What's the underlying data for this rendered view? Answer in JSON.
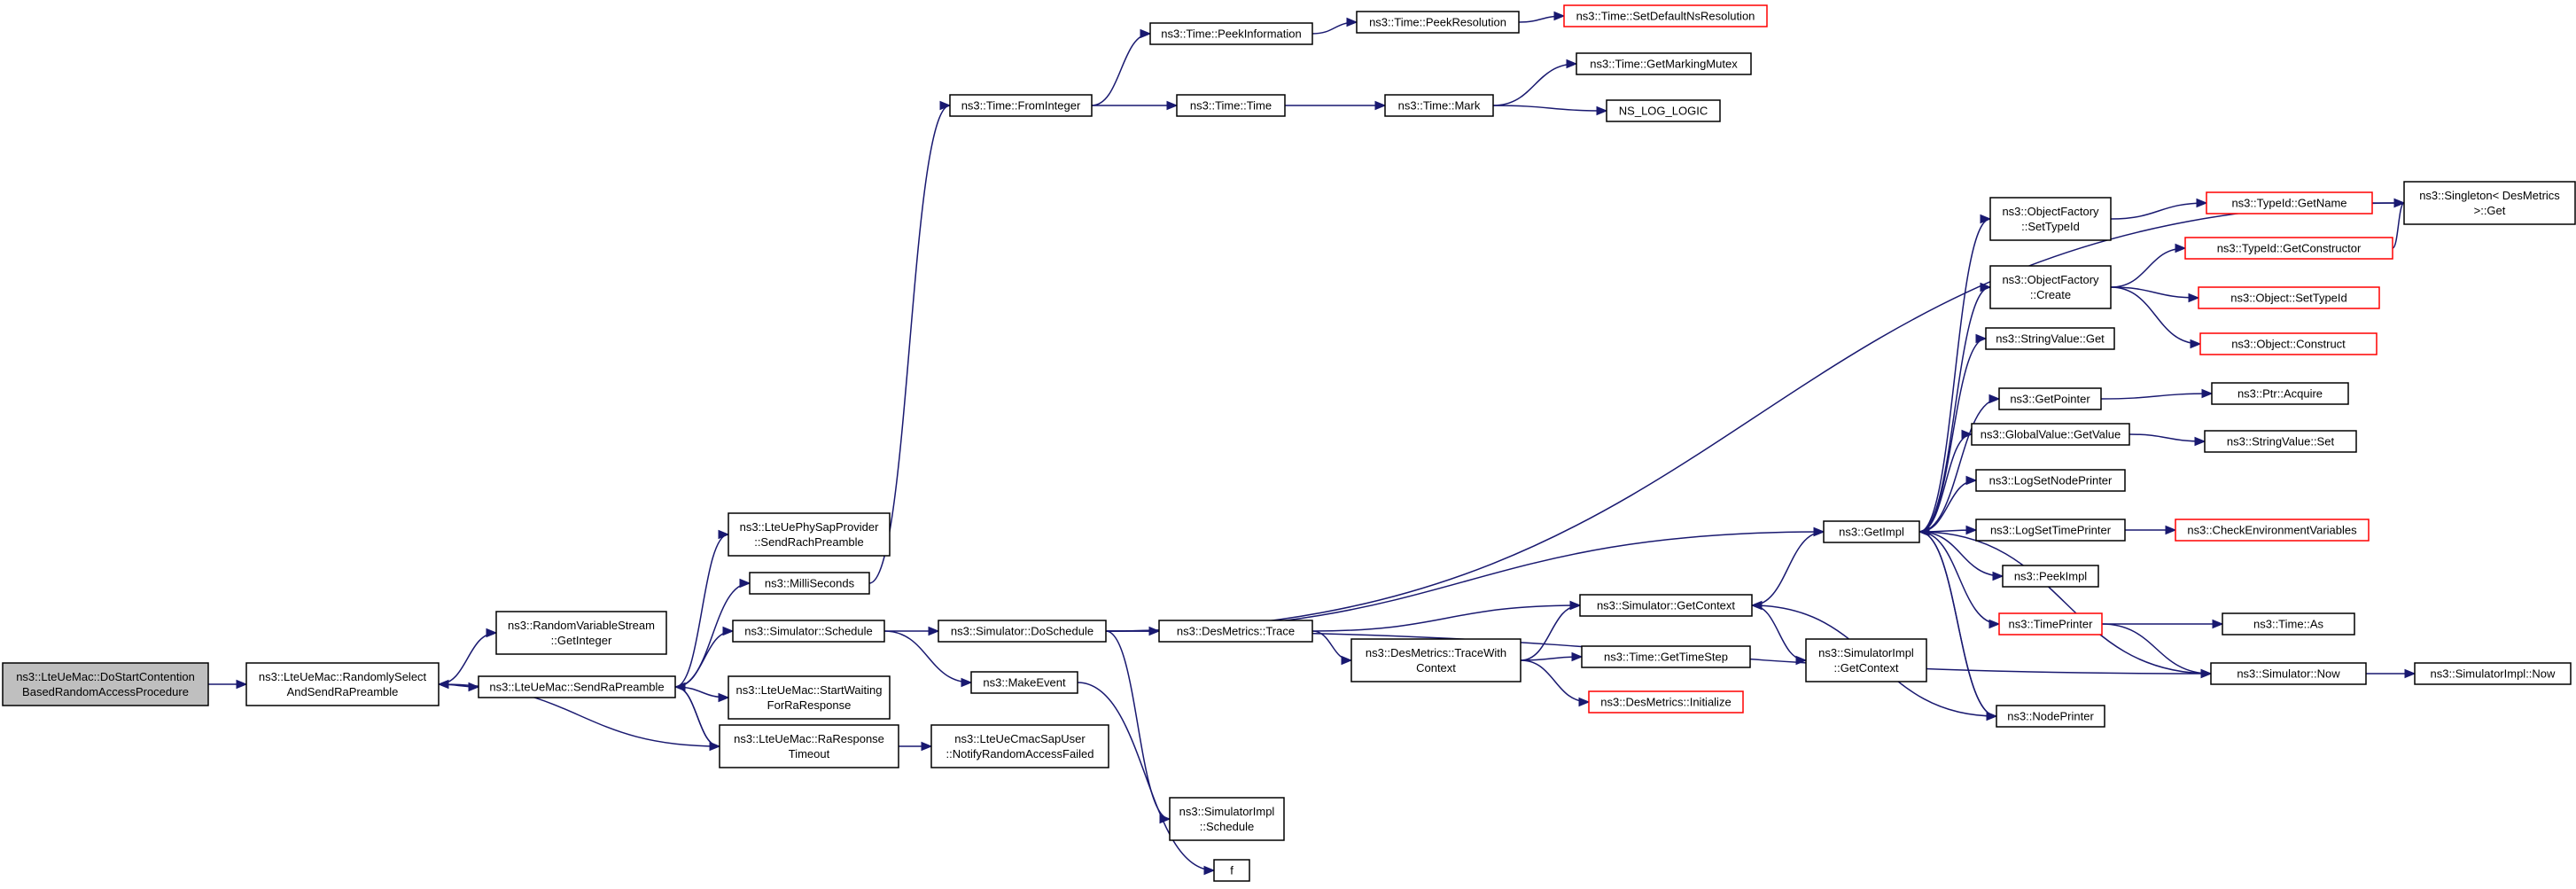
{
  "colors": {
    "edge": "#191970",
    "node_border": "#000000",
    "truncated_border": "#ff0000",
    "root_fill": "#bfbfbf"
  },
  "nodes": [
    {
      "id": "root",
      "lines": [
        "ns3::LteUeMac::DoStartContention",
        "BasedRandomAccessProcedure"
      ],
      "style": "root"
    },
    {
      "id": "rsel",
      "lines": [
        "ns3::LteUeMac::RandomlySelect",
        "AndSendRaPreamble"
      ]
    },
    {
      "id": "rvs",
      "lines": [
        "ns3::RandomVariableStream",
        "::GetInteger"
      ]
    },
    {
      "id": "send",
      "lines": [
        "ns3::LteUeMac::SendRaPreamble"
      ]
    },
    {
      "id": "phy",
      "lines": [
        "ns3::LteUePhySapProvider",
        "::SendRachPreamble"
      ]
    },
    {
      "id": "milli",
      "lines": [
        "ns3::MilliSeconds"
      ]
    },
    {
      "id": "sched",
      "lines": [
        "ns3::Simulator::Schedule"
      ]
    },
    {
      "id": "sw",
      "lines": [
        "ns3::LteUeMac::StartWaiting",
        "ForRaResponse"
      ]
    },
    {
      "id": "rart",
      "lines": [
        "ns3::LteUeMac::RaResponse",
        "Timeout"
      ]
    },
    {
      "id": "fromint",
      "lines": [
        "ns3::Time::FromInteger"
      ]
    },
    {
      "id": "peekinfo",
      "lines": [
        "ns3::Time::PeekInformation"
      ]
    },
    {
      "id": "peekres",
      "lines": [
        "ns3::Time::PeekResolution"
      ]
    },
    {
      "id": "setdef",
      "lines": [
        "ns3::Time::SetDefaultNsResolution"
      ],
      "style": "red"
    },
    {
      "id": "ttime",
      "lines": [
        "ns3::Time::Time"
      ]
    },
    {
      "id": "mark",
      "lines": [
        "ns3::Time::Mark"
      ]
    },
    {
      "id": "mutex",
      "lines": [
        "ns3::Time::GetMarkingMutex"
      ]
    },
    {
      "id": "nslog",
      "lines": [
        "NS_LOG_LOGIC"
      ]
    },
    {
      "id": "dosched",
      "lines": [
        "ns3::Simulator::DoSchedule"
      ]
    },
    {
      "id": "makeev",
      "lines": [
        "ns3::MakeEvent"
      ]
    },
    {
      "id": "cmac",
      "lines": [
        "ns3::LteUeCmacSapUser",
        "::NotifyRandomAccessFailed"
      ]
    },
    {
      "id": "simimplsched",
      "lines": [
        "ns3::SimulatorImpl",
        "::Schedule"
      ]
    },
    {
      "id": "f",
      "lines": [
        "f"
      ]
    },
    {
      "id": "trace",
      "lines": [
        "ns3::DesMetrics::Trace"
      ]
    },
    {
      "id": "tracectx",
      "lines": [
        "ns3::DesMetrics::TraceWith",
        "Context"
      ]
    },
    {
      "id": "getctx",
      "lines": [
        "ns3::Simulator::GetContext"
      ]
    },
    {
      "id": "gettimestep",
      "lines": [
        "ns3::Time::GetTimeStep"
      ]
    },
    {
      "id": "dminit",
      "lines": [
        "ns3::DesMetrics::Initialize"
      ],
      "style": "red"
    },
    {
      "id": "implctx",
      "lines": [
        "ns3::SimulatorImpl",
        "::GetContext"
      ]
    },
    {
      "id": "getimpl",
      "lines": [
        "ns3::GetImpl"
      ]
    },
    {
      "id": "ofsettid",
      "lines": [
        "ns3::ObjectFactory",
        "::SetTypeId"
      ]
    },
    {
      "id": "ofcreate",
      "lines": [
        "ns3::ObjectFactory",
        "::Create"
      ]
    },
    {
      "id": "svget",
      "lines": [
        "ns3::StringValue::Get"
      ]
    },
    {
      "id": "getptr",
      "lines": [
        "ns3::GetPointer"
      ]
    },
    {
      "id": "gvget",
      "lines": [
        "ns3::GlobalValue::GetValue"
      ]
    },
    {
      "id": "lsnp",
      "lines": [
        "ns3::LogSetNodePrinter"
      ]
    },
    {
      "id": "lstp",
      "lines": [
        "ns3::LogSetTimePrinter"
      ]
    },
    {
      "id": "peekimpl",
      "lines": [
        "ns3::PeekImpl"
      ]
    },
    {
      "id": "timeprinter",
      "lines": [
        "ns3::TimePrinter"
      ],
      "style": "red"
    },
    {
      "id": "nodeprinter",
      "lines": [
        "ns3::NodePrinter"
      ]
    },
    {
      "id": "simnow",
      "lines": [
        "ns3::Simulator::Now"
      ]
    },
    {
      "id": "implnow",
      "lines": [
        "ns3::SimulatorImpl::Now"
      ]
    },
    {
      "id": "timeas",
      "lines": [
        "ns3::Time::As"
      ]
    },
    {
      "id": "tidname",
      "lines": [
        "ns3::TypeId::GetName"
      ],
      "style": "red"
    },
    {
      "id": "tidctor",
      "lines": [
        "ns3::TypeId::GetConstructor"
      ],
      "style": "red"
    },
    {
      "id": "objsettid",
      "lines": [
        "ns3::Object::SetTypeId"
      ],
      "style": "red"
    },
    {
      "id": "objconstruct",
      "lines": [
        "ns3::Object::Construct"
      ],
      "style": "red"
    },
    {
      "id": "ptracq",
      "lines": [
        "ns3::Ptr::Acquire"
      ]
    },
    {
      "id": "svset",
      "lines": [
        "ns3::StringValue::Set"
      ]
    },
    {
      "id": "checkenv",
      "lines": [
        "ns3::CheckEnvironmentVariables"
      ],
      "style": "red"
    },
    {
      "id": "singleton",
      "lines": [
        "ns3::Singleton< DesMetrics",
        ">::Get"
      ]
    }
  ],
  "edges": [
    [
      "root",
      "rsel"
    ],
    [
      "rsel",
      "rvs"
    ],
    [
      "rsel",
      "send"
    ],
    [
      "send",
      "phy"
    ],
    [
      "send",
      "milli"
    ],
    [
      "send",
      "sched"
    ],
    [
      "send",
      "sw"
    ],
    [
      "send",
      "rart"
    ],
    [
      "rart",
      "rsel"
    ],
    [
      "rart",
      "send"
    ],
    [
      "rart",
      "cmac"
    ],
    [
      "milli",
      "fromint"
    ],
    [
      "fromint",
      "peekinfo"
    ],
    [
      "fromint",
      "ttime"
    ],
    [
      "peekinfo",
      "peekres"
    ],
    [
      "peekres",
      "setdef"
    ],
    [
      "ttime",
      "mark"
    ],
    [
      "mark",
      "mutex"
    ],
    [
      "mark",
      "nslog"
    ],
    [
      "sched",
      "dosched"
    ],
    [
      "sched",
      "makeev"
    ],
    [
      "makeev",
      "f"
    ],
    [
      "dosched",
      "simimplsched"
    ],
    [
      "dosched",
      "trace"
    ],
    [
      "dosched",
      "getimpl"
    ],
    [
      "dosched",
      "singleton"
    ],
    [
      "dosched",
      "simnow"
    ],
    [
      "trace",
      "tracectx"
    ],
    [
      "trace",
      "getctx"
    ],
    [
      "tracectx",
      "getctx"
    ],
    [
      "tracectx",
      "gettimestep"
    ],
    [
      "tracectx",
      "dminit"
    ],
    [
      "getctx",
      "getimpl"
    ],
    [
      "getctx",
      "implctx"
    ],
    [
      "getimpl",
      "ofsettid"
    ],
    [
      "getimpl",
      "ofcreate"
    ],
    [
      "getimpl",
      "svget"
    ],
    [
      "getimpl",
      "getptr"
    ],
    [
      "getimpl",
      "gvget"
    ],
    [
      "getimpl",
      "lsnp"
    ],
    [
      "getimpl",
      "lstp"
    ],
    [
      "getimpl",
      "peekimpl"
    ],
    [
      "getimpl",
      "timeprinter"
    ],
    [
      "getimpl",
      "nodeprinter"
    ],
    [
      "nodeprinter",
      "getctx"
    ],
    [
      "nodeprinter",
      "getimpl"
    ],
    [
      "simnow",
      "getimpl"
    ],
    [
      "simnow",
      "implnow"
    ],
    [
      "timeprinter",
      "simnow"
    ],
    [
      "timeprinter",
      "timeas"
    ],
    [
      "ofsettid",
      "tidname"
    ],
    [
      "tidname",
      "singleton"
    ],
    [
      "ofcreate",
      "tidctor"
    ],
    [
      "ofcreate",
      "objsettid"
    ],
    [
      "ofcreate",
      "objconstruct"
    ],
    [
      "tidctor",
      "singleton"
    ],
    [
      "getptr",
      "ptracq"
    ],
    [
      "gvget",
      "svset"
    ],
    [
      "lstp",
      "checkenv"
    ]
  ]
}
